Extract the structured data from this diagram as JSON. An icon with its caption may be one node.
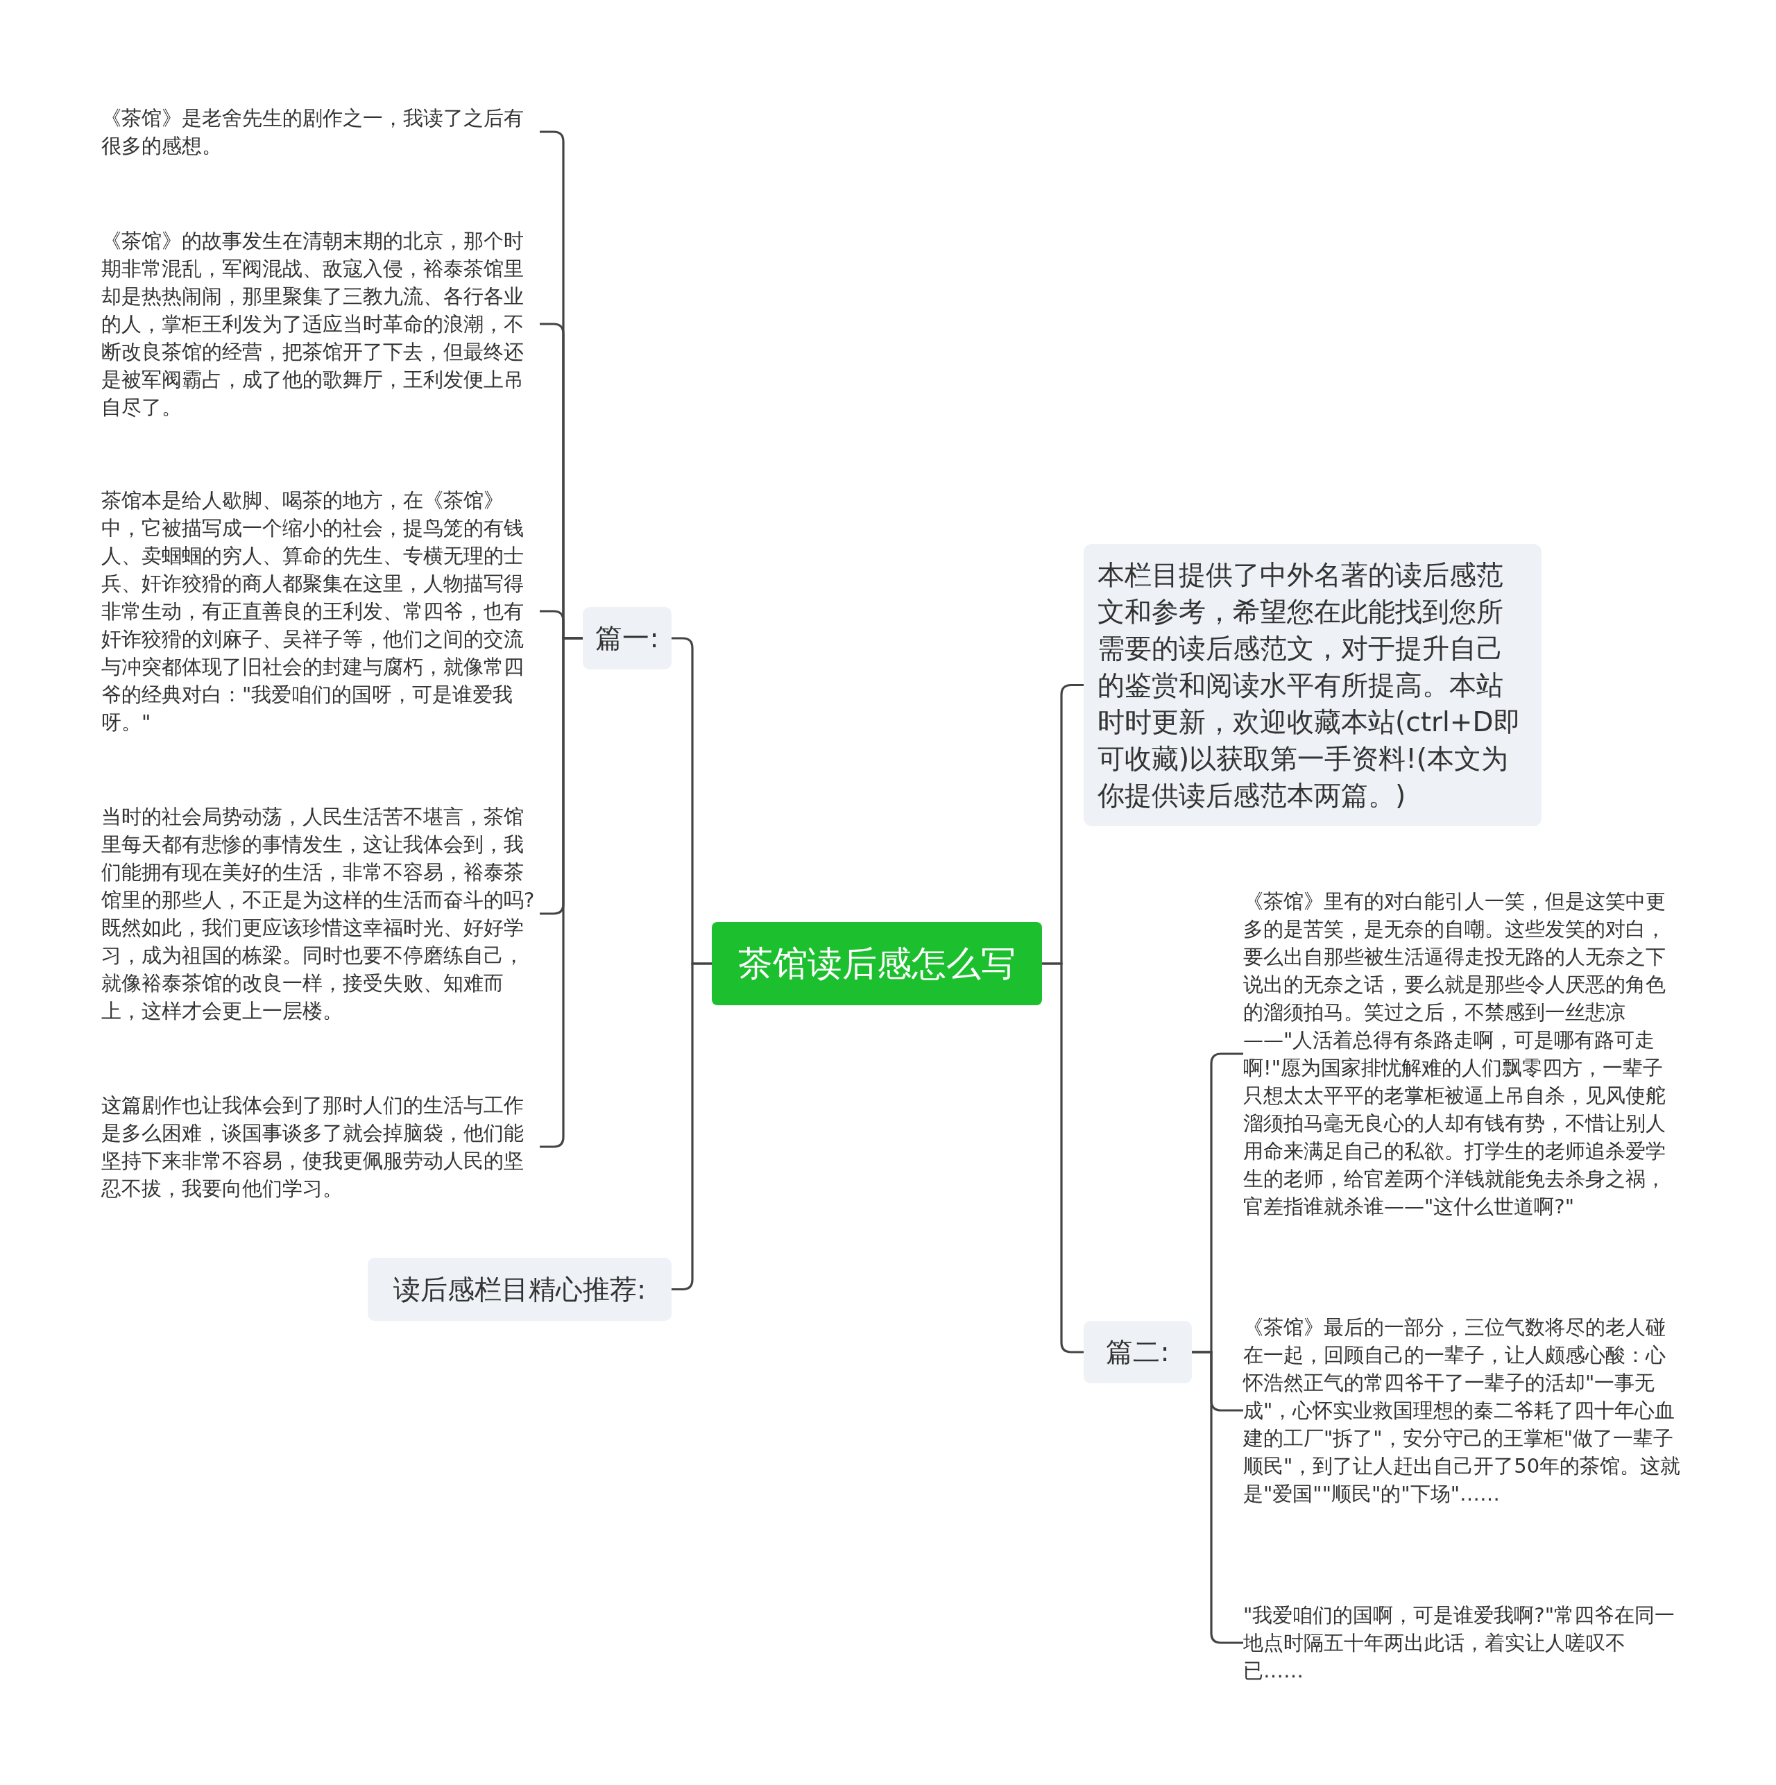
{
  "diagram": {
    "nodes": [
      {
        "text": [
          "茶馆读后感怎么写"
        ]
      },
      {
        "text": [
          "篇一:"
        ]
      },
      {
        "text": [
          "《茶馆》是老舍先生的剧作之一，我读了之后有很多的感想。"
        ]
      },
      {
        "text": [
          "《茶馆》的故事发生在清朝末期的北京，那个时期非常混乱，军阀混战、敌寇入侵，裕泰茶馆里却是热热闹闹，那里聚集了三教九流、各行各业的人，掌柜王利发为了适应当时革命的浪潮，不断改良茶馆的经营，把茶馆开了下去，但最终还是被军阀霸占，成了他的歌舞厅，王利发便上吊自尽了。"
        ]
      },
      {
        "text": [
          "茶馆本是给人歇脚、喝茶的地方，在《茶馆》中，它被描写成一个缩小的社会，提鸟笼的有钱人、卖蝈蝈的穷人、算命的先生、专横无理的士兵、奸诈狡猾的商人都聚集在这里，人物描写得非常生动，有正直善良的王利发、常四爷，也有奸诈狡猾的刘麻子、吴祥子等，他们之间的交流与冲突都体现了旧社会的封建与腐朽，就像常四爷的经典对白：\"我爱咱们的国呀，可是谁爱我呀。\""
        ]
      },
      {
        "text": [
          "当时的社会局势动荡，人民生活苦不堪言，茶馆里每天都有悲惨的事情发生，这让我体会到，我们能拥有现在美好的生活，非常不容易，裕泰茶馆里的那些人，不正是为这样的生活而奋斗的吗?既然如此，我们更应该珍惜这幸福时光、好好学习，成为祖国的栋梁。同时也要不停磨练自己，就像裕泰茶馆的改良一样，接受失败、知难而上，这样才会更上一层楼。"
        ]
      },
      {
        "text": [
          "这篇剧作也让我体会到了那时人们的生活与工作是多么困难，谈国事谈多了就会掉脑袋，他们能坚持下来非常不容易，使我更佩服劳动人民的坚忍不拔，我要向他们学习。"
        ]
      },
      {
        "text": [
          "读后感栏目精心推荐:"
        ]
      },
      {
        "text": [
          "本栏目提供了中外名著的读后感范文和参考，希望您在此能找到您所需要的读后感范文，对于提升自己的鉴赏和阅读水平有所提高。本站时时更新，欢迎收藏本站(ctrl+D即可收藏)以获取第一手资料!(本文为你提供读后感范本两篇。)"
        ]
      },
      {
        "text": [
          "篇二:"
        ]
      },
      {
        "text": [
          "《茶馆》里有的对白能引人一笑，但是这笑中更多的是苦笑，是无奈的自嘲。这些发笑的对白，要么出自那些被生活逼得走投无路的人无奈之下说出的无奈之话，要么就是那些令人厌恶的角色的溜须拍马。笑过之后，不禁感到一丝悲凉——\"人活着总得有条路走啊，可是哪有路可走啊!\"愿为国家排忧解难的人们飘零四方，一辈子只想太太平平的老掌柜被逼上吊自杀，见风使舵溜须拍马毫无良心的人却有钱有势，不惜让别人用命来满足自己的私欲。打学生的老师追杀爱学生的老师，给官差两个洋钱就能免去杀身之祸，官差指谁就杀谁——\"这什么世道啊?\""
        ]
      },
      {
        "text": [
          "《茶馆》最后的一部分，三位气数将尽的老人碰在一起，回顾自己的一辈子，让人颇感心酸：心怀浩然正气的常四爷干了一辈子的活却\"一事无成\"，心怀实业救国理想的秦二爷耗了四十年心血建的工厂\"拆了\"，安分守己的王掌柜\"做了一辈子顺民\"，到了让人赶出自己开了50年的茶馆。这就是\"爱国\"\"顺民\"的\"下场\"……"
        ]
      },
      {
        "text": [
          "\"我爱咱们的国啊，可是谁爱我啊?\"常四爷在同一地点时隔五十年两出此话，着实让人嗟叹不已……"
        ]
      }
    ],
    "edges": [
      {
        "from": 0,
        "to": 1,
        "arrow": "none"
      },
      {
        "from": 1,
        "to": 2,
        "arrow": "none"
      },
      {
        "from": 1,
        "to": 3,
        "arrow": "none"
      },
      {
        "from": 1,
        "to": 4,
        "arrow": "none"
      },
      {
        "from": 1,
        "to": 5,
        "arrow": "none"
      },
      {
        "from": 1,
        "to": 6,
        "arrow": "none"
      },
      {
        "from": 0,
        "to": 7,
        "arrow": "none"
      },
      {
        "from": 0,
        "to": 8,
        "arrow": "none"
      },
      {
        "from": 0,
        "to": 9,
        "arrow": "none"
      },
      {
        "from": 9,
        "to": 10,
        "arrow": "none"
      },
      {
        "from": 9,
        "to": 11,
        "arrow": "none"
      },
      {
        "from": 9,
        "to": 12,
        "arrow": "none"
      }
    ]
  }
}
